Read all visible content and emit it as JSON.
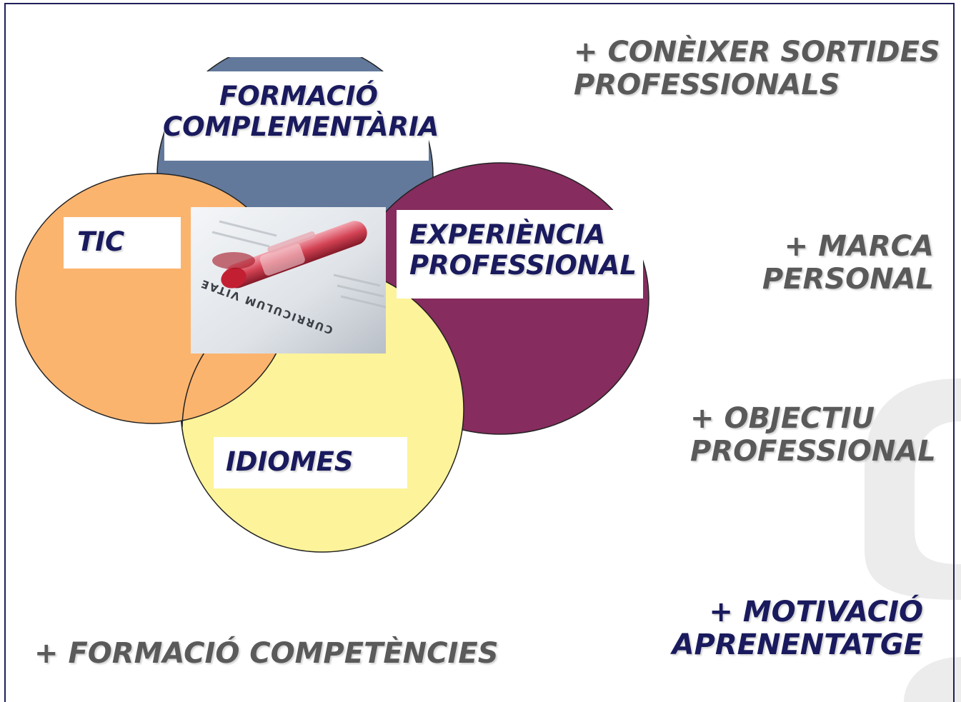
{
  "diagram": {
    "circles": [
      {
        "id": "formacio",
        "label_line1": "FORMACIÓ",
        "label_line2": "COMPLEMENTÀRIA",
        "color": "#62799b"
      },
      {
        "id": "tic",
        "label": "TIC",
        "color": "#fbb46e"
      },
      {
        "id": "experiencia",
        "label_line1": "EXPERIÈNCIA",
        "label_line2": "PROFESSIONAL",
        "color": "#862c5e"
      },
      {
        "id": "idiomes",
        "label": "IDIOMES",
        "color": "#fdf39a"
      }
    ],
    "center_image_text": "CURRICULUM VITAE",
    "label_color": "#1a1a5e"
  },
  "side": {
    "item1_line1": "+ CONÈIXER SORTIDES",
    "item1_line2": "PROFESSIONALS",
    "item2_line1": "+ MARCA",
    "item2_line2": "PERSONAL",
    "item3_line1": "+ OBJECTIU",
    "item3_line2": "PROFESSIONAL",
    "item4_line1": "+ MOTIVACIÓ",
    "item4_line2": "APRENENTATGE",
    "bottom_left": "+ FORMACIÓ COMPETÈNCIES",
    "gray_color": "#5a5a5a",
    "navy_color": "#1a1a5e"
  }
}
